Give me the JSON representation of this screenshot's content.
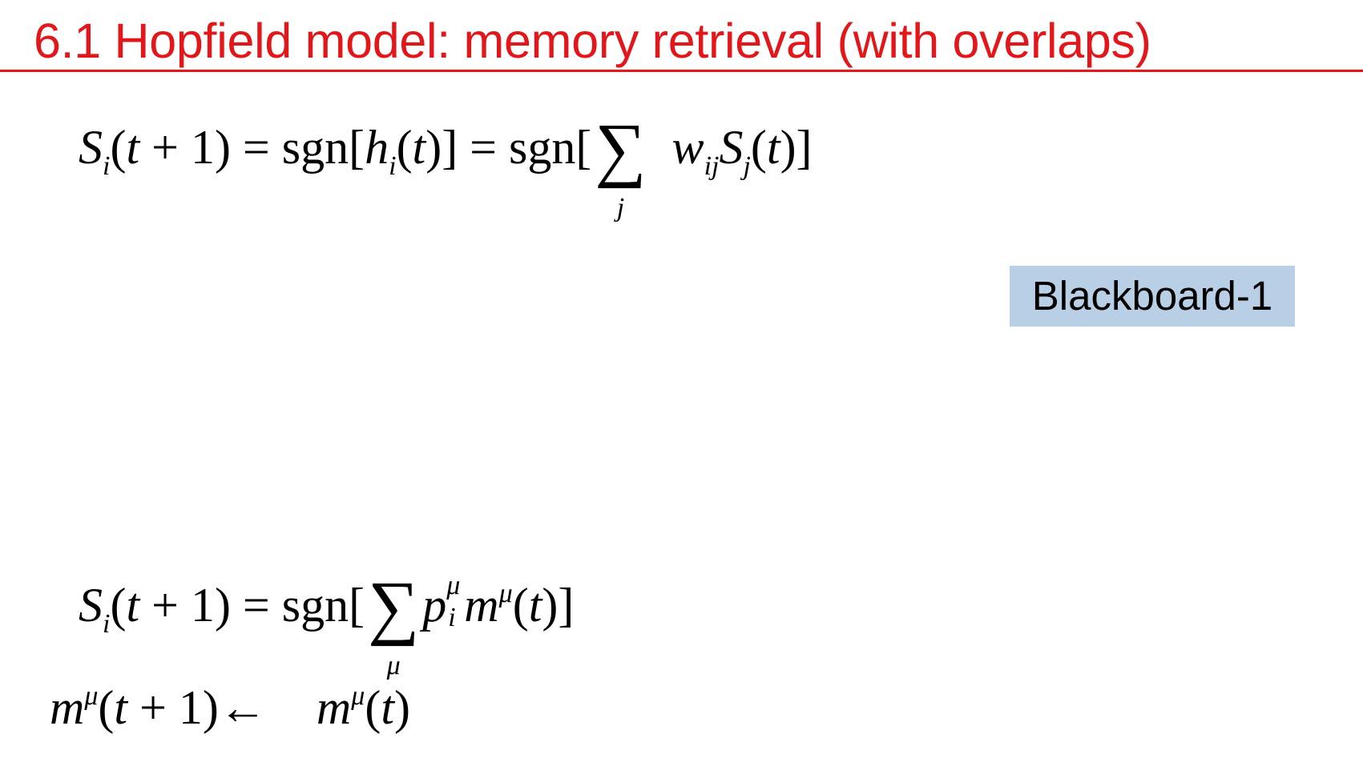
{
  "slide": {
    "title": "6.1 Hopfield model: memory retrieval (with overlaps)",
    "badge": "Blackboard-1"
  },
  "equations": {
    "eq1": {
      "S": "S",
      "i": "i",
      "open1": "(",
      "t": "t",
      "plus_one": " + 1) = sgn[",
      "h": "h",
      "i2": "i",
      "paren_t": "(",
      "t2": "t",
      "close": ")] = sgn[",
      "sum": "∑",
      "sum_index": "j",
      "w": "w",
      "ij": "ij",
      "S2": "S",
      "j": "j",
      "open2": "(",
      "t3": "t",
      "end": ")]"
    },
    "eq2": {
      "S": "S",
      "i": "i",
      "open1": "(",
      "t": "t",
      "plus_one": " + 1) = sgn[",
      "sum": "∑",
      "sum_index": "μ",
      "p": "p",
      "mu1": "μ",
      "i2": "i",
      "m": "m",
      "mu2": "μ",
      "open2": "(",
      "t2": "t",
      "end": ")]"
    },
    "eq3": {
      "m": "m",
      "mu1": "μ",
      "open1": "(",
      "t": "t",
      "plus_one": " + 1)",
      "arrow": "←",
      "m2": "m",
      "mu2": "μ",
      "open2": "(",
      "t2": "t",
      "end": ")"
    }
  }
}
